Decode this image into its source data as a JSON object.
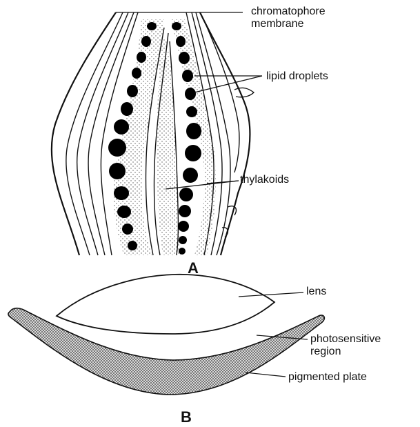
{
  "diagram": {
    "panel_a": {
      "letter": "A",
      "labels": {
        "chromatophore_membrane_line1": "chromatophore",
        "chromatophore_membrane_line2": "membrane",
        "lipid_droplets": "lipid droplets",
        "thylakoids": "thylakoids"
      }
    },
    "panel_b": {
      "letter": "B",
      "labels": {
        "lens": "lens",
        "photosensitive_region_line1": "photosensitive",
        "photosensitive_region_line2": "region",
        "pigmented_plate": "pigmented plate"
      }
    }
  }
}
